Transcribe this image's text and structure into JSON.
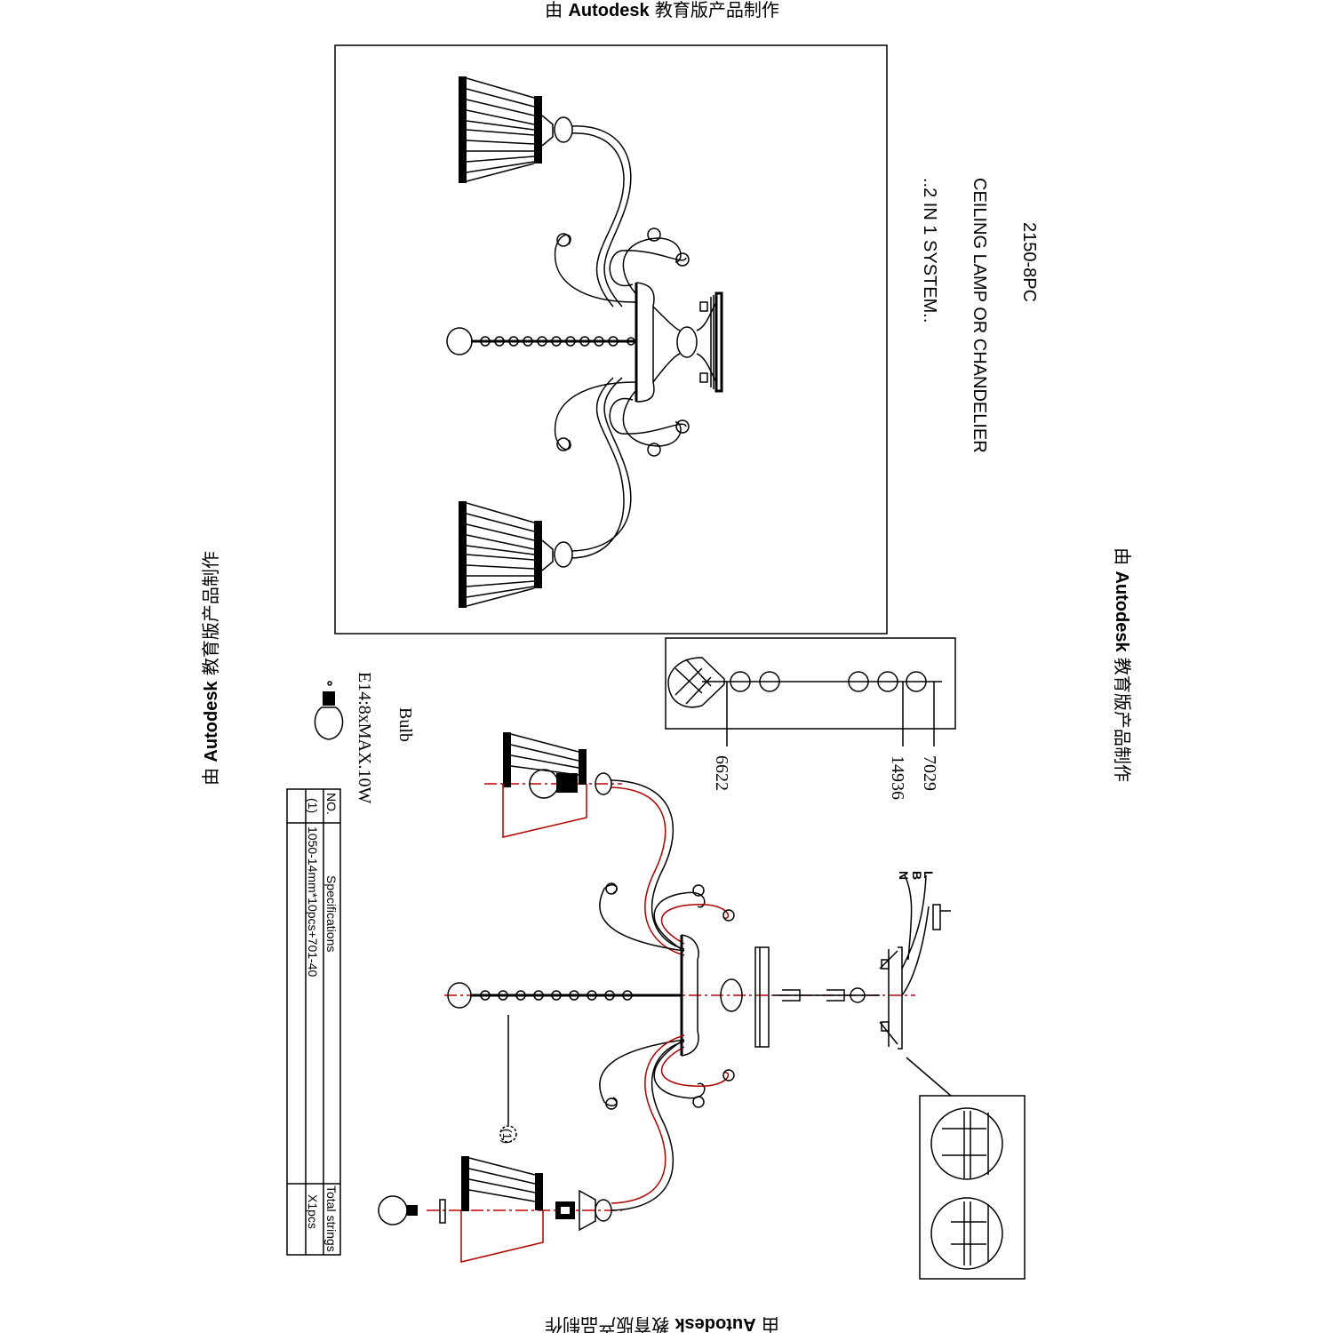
{
  "watermark": {
    "prefix": "由",
    "brand": "Autodesk",
    "suffix": "教育版产品制作"
  },
  "title_block": {
    "model": "2150-8PC",
    "description": "CEILING LAMP OR  CHANDELIER",
    "system": "..2 IN 1 SYSTEM.."
  },
  "crystal_detail": {
    "callouts": [
      "6622",
      "14936",
      "7029"
    ]
  },
  "bulb": {
    "label": "Bulb",
    "spec": "E14:8xMAX.10W"
  },
  "wiring": {
    "terminals": [
      "L",
      "B",
      "N"
    ]
  },
  "exploded_view": {
    "callout": "(1)"
  },
  "spec_table": {
    "headers": {
      "no": "NO.",
      "spec": "Specifications",
      "total": "Total strings"
    },
    "rows": [
      {
        "no": "(1)",
        "spec": "1050-14mm*10pcs+701-40",
        "total": "X1pcs"
      }
    ]
  },
  "colors": {
    "line": "#000000",
    "centerline": "#c00000",
    "background": "#ffffff"
  }
}
